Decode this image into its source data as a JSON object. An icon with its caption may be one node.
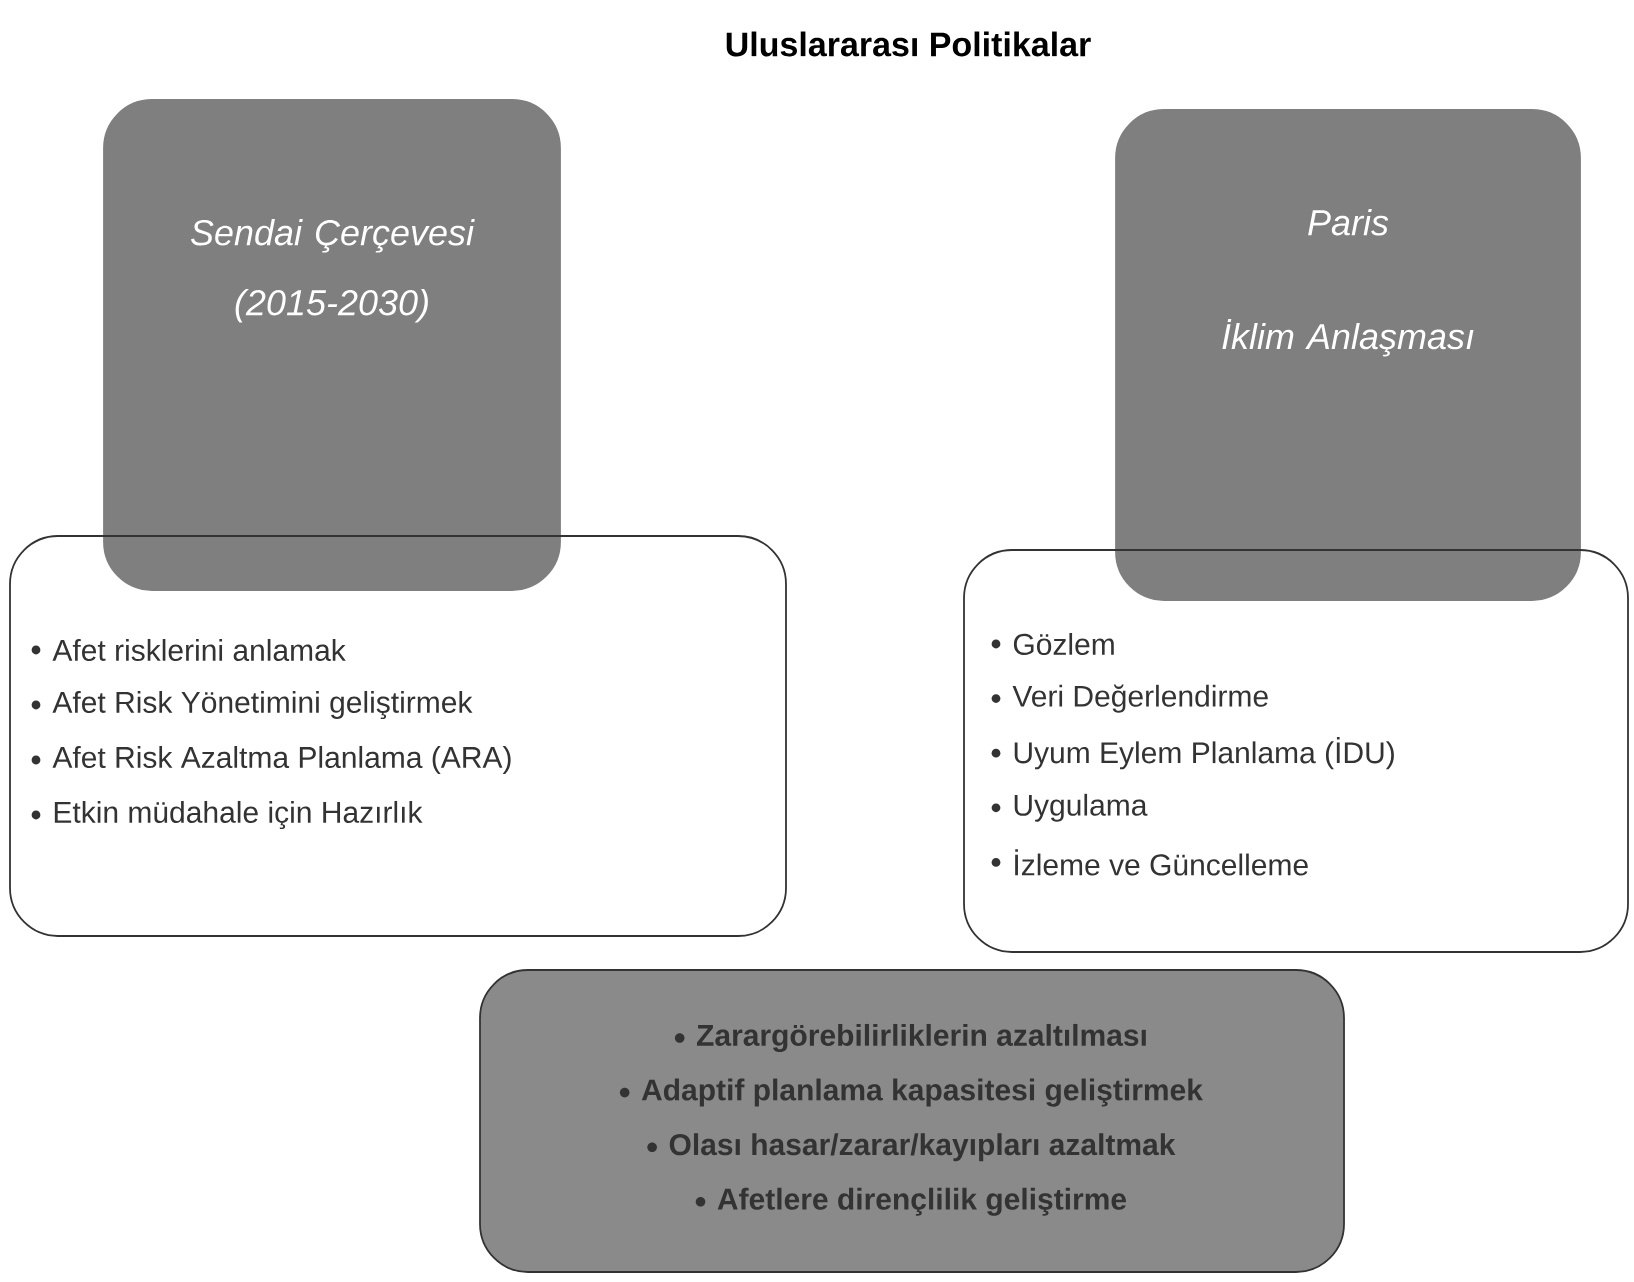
{
  "diagram": {
    "title": "Uluslararası Politikalar",
    "nodes": [
      {
        "text": [
          "Sendai Çerçevesi (2015-2030)"
        ]
      },
      {
        "text": [
          "Paris",
          "İklim Anlaşması"
        ]
      },
      {
        "text": [
          "Afet risklerini anlamak",
          "Afet Risk Yönetimini geliştirmek",
          "Afet Risk Azaltma Planlama (ARA)",
          "Etkin müdahale için Hazırlık"
        ]
      },
      {
        "text": [
          "Gözlem",
          "Veri Değerlendirme",
          "Uyum Eylem Planlama (İDU)",
          "Uygulama",
          "İzleme ve Güncelleme"
        ]
      },
      {
        "text": [
          "Zarargörebilirliklerin azaltılması",
          "Adaptif planlama kapasitesi geliştirmek",
          "Olası hasar/zarar/kayıpları azaltmak",
          "Afetlere dirençlilik geliştirme"
        ]
      }
    ]
  }
}
